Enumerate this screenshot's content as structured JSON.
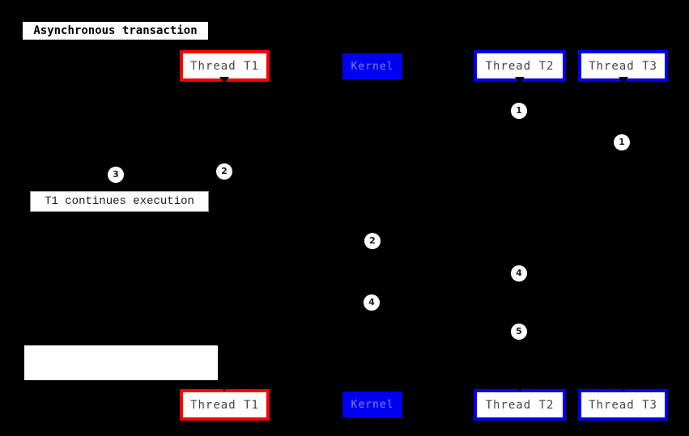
{
  "diagram": {
    "title": "Asynchronous transaction",
    "participants": [
      {
        "label": "Thread T1",
        "style": "red-outline"
      },
      {
        "label": "Kernel",
        "style": "blue-solid"
      },
      {
        "label": "Thread T2",
        "style": "blue-outline"
      },
      {
        "label": "Thread T3",
        "style": "blue-outline"
      }
    ],
    "badges": [
      "1",
      "1",
      "2",
      "3",
      "2",
      "4",
      "4",
      "5"
    ],
    "notes": {
      "t1_continues": "T1 continues execution",
      "empty_note": ""
    },
    "colors": {
      "background": "#000000",
      "red_accent": "#ff0000",
      "blue_accent": "#0000f0",
      "kernel_fill": "#0000f0",
      "kernel_text": "#8080ff",
      "participant_text": "#444444",
      "badge_fill": "#ffffff",
      "badge_text": "#1a1a1a"
    }
  }
}
